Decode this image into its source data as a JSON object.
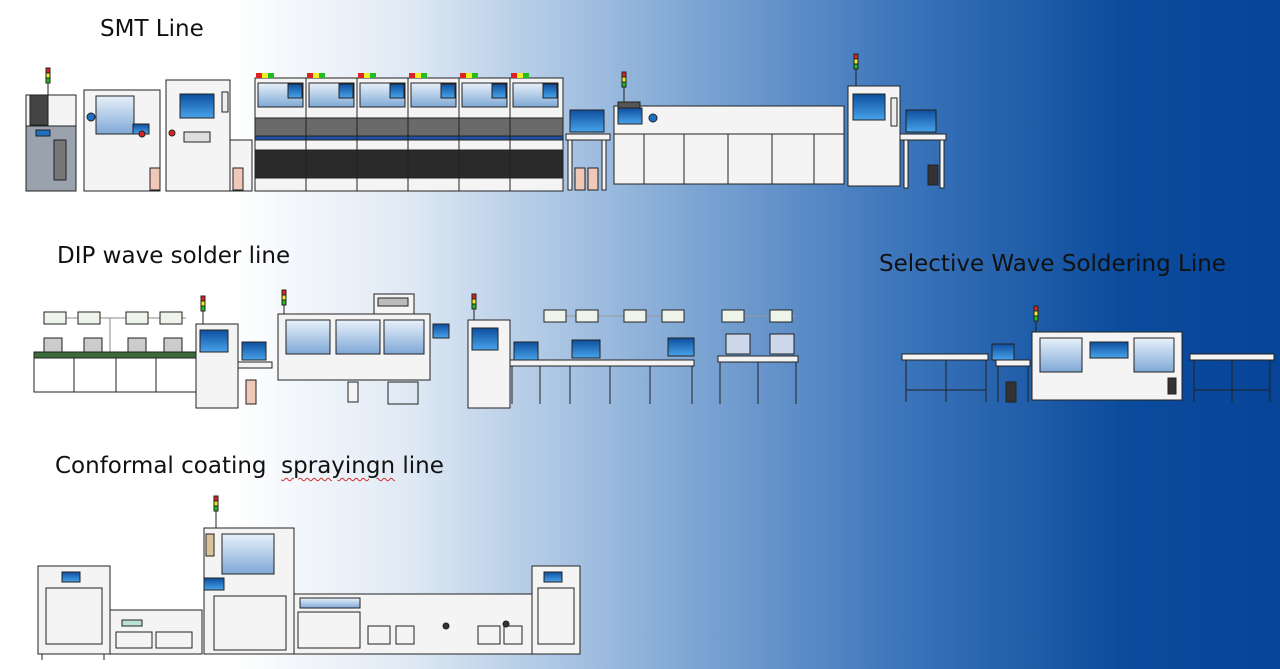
{
  "titles": {
    "smt": "SMT Line",
    "dip": "DIP wave solder line",
    "selective": "Selective Wave Soldering Line",
    "conformal_prefix": "Conformal coating  ",
    "conformal_misspelled": "sprayingn",
    "conformal_suffix": " line"
  },
  "colors": {
    "gradient": [
      "#ffffff",
      "#8fb2da",
      "#0b4b9c"
    ],
    "machine_body": "#f4f4f4",
    "machine_outline": "#222222",
    "monitor": "#1e6fc4",
    "conveyor_belt": "#2a2a2a",
    "spell_underline": "#d62828"
  },
  "lines": [
    {
      "name": "smt-line",
      "equipment": [
        "loader",
        "printer",
        "spi",
        "mounter",
        "mounter",
        "mounter",
        "mounter",
        "mounter",
        "mounter",
        "conveyor",
        "reflow-oven",
        "aoi",
        "unloader"
      ]
    },
    {
      "name": "dip-wave-solder-line",
      "equipment": [
        "insertion-conveyor",
        "transfer",
        "wave-solder-machine",
        "inspection",
        "repair-conveyor",
        "fixture-return"
      ]
    },
    {
      "name": "selective-wave-soldering-line",
      "equipment": [
        "in-conveyor",
        "loader",
        "selective-solder-machine",
        "out-conveyor"
      ]
    },
    {
      "name": "conformal-coating-spraying-line",
      "equipment": [
        "loader",
        "buffer",
        "spray-machine",
        "curing-oven",
        "unloader"
      ]
    }
  ]
}
